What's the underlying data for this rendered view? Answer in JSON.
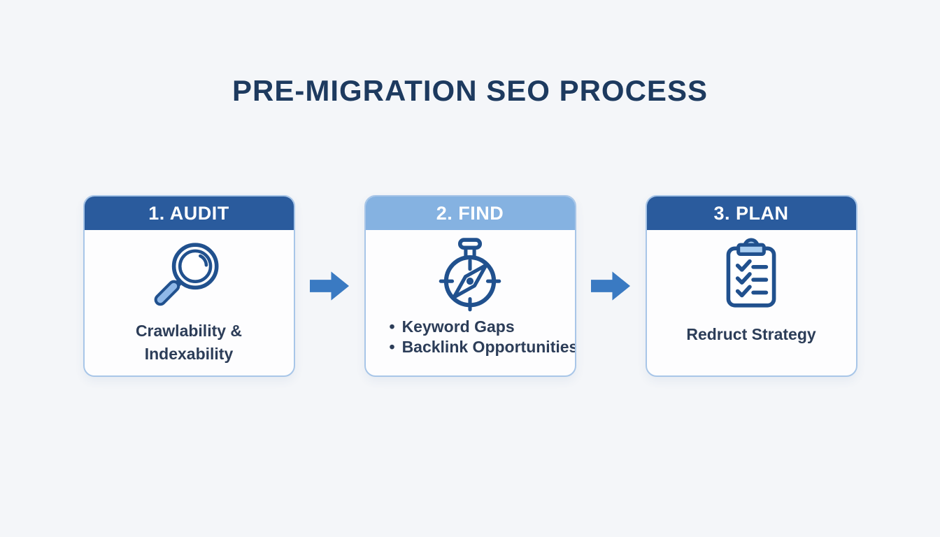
{
  "title": "PRE-MIGRATION SEO PROCESS",
  "colors": {
    "page_background": "#f4f6f9",
    "card_background": "#fdfdfe",
    "card_border": "#a8c6e8",
    "header_dark_blue": "#2a5b9d",
    "header_light_blue": "#85b2e1",
    "title_text": "#1d3a5f",
    "body_text": "#2c3d58",
    "icon_dark_blue": "#21518e",
    "icon_light_blue": "#8fb8e8",
    "clip_light_blue": "#a9cdf0",
    "arrow_blue": "#3a7ac2"
  },
  "cards": [
    {
      "header": "1. AUDIT",
      "header_style": "background:#2a5b9d",
      "icon": "magnifier",
      "body": "Crawlability & Indexability"
    },
    {
      "header": "2. FIND",
      "header_style": "background:#85b2e1",
      "icon": "compass-stopwatch",
      "bullet_char": "•",
      "bullets": [
        "Keyword Gaps",
        "Backlink Opportunities"
      ]
    },
    {
      "header": "3. PLAN",
      "header_style": "background:#2a5b9d",
      "icon": "clipboard-checklist",
      "body": "Redruct Strategy"
    }
  ]
}
